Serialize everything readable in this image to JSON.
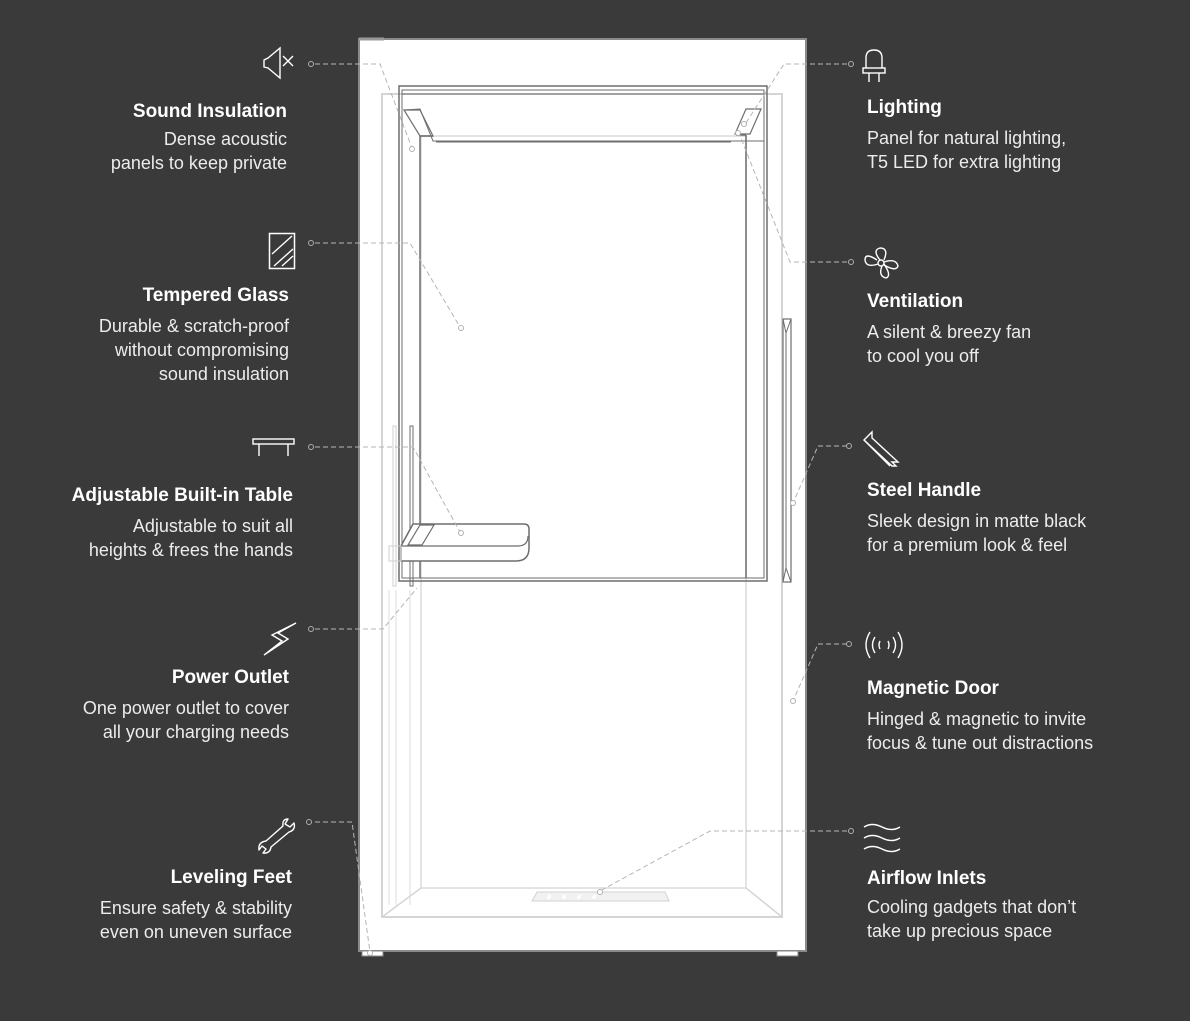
{
  "colors": {
    "background": "#3a3a3a",
    "booth_fill": "#ffffff",
    "booth_outline": "#6e6e6e",
    "light_outline": "#d2d2d2",
    "leader_line": "#b5b5b5",
    "text": "#ffffff"
  },
  "features": {
    "left": [
      {
        "id": "sound-insulation",
        "icon": "speaker-mute-icon",
        "title": "Sound Insulation",
        "desc": "Dense acoustic\npanels to keep private"
      },
      {
        "id": "tempered-glass",
        "icon": "glass-pane-icon",
        "title": "Tempered Glass",
        "desc": "Durable & scratch-proof\nwithout compromising\nsound insulation"
      },
      {
        "id": "adjustable-table",
        "icon": "table-icon",
        "title": "Adjustable Built-in Table",
        "desc": "Adjustable to suit all\nheights & frees the hands"
      },
      {
        "id": "power-outlet",
        "icon": "lightning-icon",
        "title": "Power Outlet",
        "desc": "One power outlet to cover\nall your charging needs"
      },
      {
        "id": "leveling-feet",
        "icon": "wrench-icon",
        "title": "Leveling Feet",
        "desc": "Ensure safety & stability\neven on uneven surface"
      }
    ],
    "right": [
      {
        "id": "lighting",
        "icon": "led-bulb-icon",
        "title": "Lighting",
        "desc": "Panel for natural lighting,\nT5 LED for extra lighting"
      },
      {
        "id": "ventilation",
        "icon": "fan-icon",
        "title": "Ventilation",
        "desc": "A silent & breezy fan\n to cool you off"
      },
      {
        "id": "steel-handle",
        "icon": "handle-icon",
        "title": "Steel Handle",
        "desc": "Sleek design in matte black\nfor a premium look & feel"
      },
      {
        "id": "magnetic-door",
        "icon": "magnetic-waves-icon",
        "title": "Magnetic Door",
        "desc": "Hinged & magnetic to invite\nfocus & tune out distractions"
      },
      {
        "id": "airflow-inlets",
        "icon": "airflow-icon",
        "title": "Airflow Inlets",
        "desc": "Cooling gadgets that don’t\ntake up precious space"
      }
    ]
  }
}
